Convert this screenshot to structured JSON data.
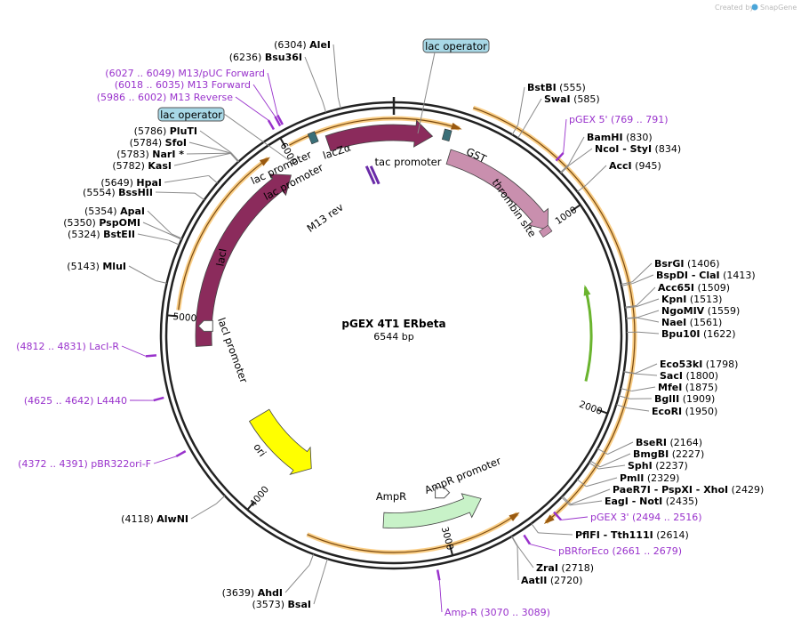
{
  "credit": {
    "label": "Created by",
    "brand": "SnapGene"
  },
  "plasmid": {
    "name": "pGEX 4T1 ERbeta",
    "size_label": "6544 bp",
    "length": 6544
  },
  "colors": {
    "backbone": "#222222",
    "primer": "#9932cc",
    "site_line": "#8a8a8a",
    "orf": "#f5a623",
    "lacI": "#8b2b5c",
    "lacZa": "#8b2b5c",
    "GST": "#c98fae",
    "AmpR": "#c8f2c8",
    "ori": "#ffff00",
    "green_orf": "#6ab42e",
    "operator": "#a8d8e6"
  },
  "ticks": [
    "1000",
    "2000",
    "3000",
    "4000",
    "5000",
    "6000"
  ],
  "sites": [
    {
      "pos": 555,
      "name": "BstBI",
      "label": "(555)",
      "extra": "",
      "side": "R"
    },
    {
      "pos": 585,
      "name": "SwaI",
      "label": "(585)",
      "extra": "",
      "side": "R"
    },
    {
      "pos": 830,
      "name": "BamHI",
      "label": "(830)",
      "extra": "",
      "side": "R"
    },
    {
      "pos": 834,
      "name": "NcoI",
      "label": "(834)",
      "extra": "- StyI",
      "side": "R"
    },
    {
      "pos": 945,
      "name": "AccI",
      "label": "(945)",
      "extra": "",
      "side": "R"
    },
    {
      "pos": 1406,
      "name": "BsrGI",
      "label": "(1406)",
      "extra": "",
      "side": "R"
    },
    {
      "pos": 1413,
      "name": "BspDI",
      "label": "(1413)",
      "extra": "- ClaI",
      "side": "R"
    },
    {
      "pos": 1509,
      "name": "Acc65I",
      "label": "(1509)",
      "extra": "",
      "side": "R"
    },
    {
      "pos": 1513,
      "name": "KpnI",
      "label": "(1513)",
      "extra": "",
      "side": "R"
    },
    {
      "pos": 1559,
      "name": "NgoMIV",
      "label": "(1559)",
      "extra": "",
      "side": "R"
    },
    {
      "pos": 1561,
      "name": "NaeI",
      "label": "(1561)",
      "extra": "",
      "side": "R"
    },
    {
      "pos": 1622,
      "name": "Bpu10I",
      "label": "(1622)",
      "extra": "",
      "side": "R"
    },
    {
      "pos": 1798,
      "name": "Eco53kI",
      "label": "(1798)",
      "extra": "",
      "side": "R"
    },
    {
      "pos": 1800,
      "name": "SacI",
      "label": "(1800)",
      "extra": "",
      "side": "R"
    },
    {
      "pos": 1875,
      "name": "MfeI",
      "label": "(1875)",
      "extra": "",
      "side": "R"
    },
    {
      "pos": 1909,
      "name": "BglII",
      "label": "(1909)",
      "extra": "",
      "side": "R"
    },
    {
      "pos": 1950,
      "name": "EcoRI",
      "label": "(1950)",
      "extra": "",
      "side": "R"
    },
    {
      "pos": 2164,
      "name": "BseRI",
      "label": "(2164)",
      "extra": "",
      "side": "R"
    },
    {
      "pos": 2227,
      "name": "BmgBI",
      "label": "(2227)",
      "extra": "",
      "side": "R"
    },
    {
      "pos": 2237,
      "name": "SphI",
      "label": "(2237)",
      "extra": "",
      "side": "R"
    },
    {
      "pos": 2329,
      "name": "PmlI",
      "label": "(2329)",
      "extra": "",
      "side": "R"
    },
    {
      "pos": 2429,
      "name": "PaeR7I",
      "label": "(2429)",
      "extra": "- PspXI  - XhoI",
      "side": "R"
    },
    {
      "pos": 2435,
      "name": "EagI",
      "label": "(2435)",
      "extra": "- NotI",
      "side": "R"
    },
    {
      "pos": 2614,
      "name": "PflFI",
      "label": "(2614)",
      "extra": "- Tth111I",
      "side": "R"
    },
    {
      "pos": 2718,
      "name": "ZraI",
      "label": "(2718)",
      "extra": "",
      "side": "R"
    },
    {
      "pos": 2720,
      "name": "AatII",
      "label": "(2720)",
      "extra": "",
      "side": "R"
    },
    {
      "pos": 3573,
      "name": "BsaI",
      "label": "(3573)",
      "extra": "",
      "side": "L"
    },
    {
      "pos": 3639,
      "name": "AhdI",
      "label": "(3639)",
      "extra": "",
      "side": "L"
    },
    {
      "pos": 4118,
      "name": "AlwNI",
      "label": "(4118)",
      "extra": "",
      "side": "L"
    },
    {
      "pos": 5143,
      "name": "MluI",
      "label": "(5143)",
      "extra": "",
      "side": "L"
    },
    {
      "pos": 5324,
      "name": "BstEII",
      "label": "(5324)",
      "extra": "",
      "side": "L"
    },
    {
      "pos": 5350,
      "name": "PspOMI",
      "label": "(5350)",
      "extra": "",
      "side": "L"
    },
    {
      "pos": 5354,
      "name": "ApaI",
      "label": "(5354)",
      "extra": "",
      "side": "L"
    },
    {
      "pos": 5554,
      "name": "BssHII",
      "label": "(5554)",
      "extra": "",
      "side": "L"
    },
    {
      "pos": 5649,
      "name": "HpaI",
      "label": "(5649)",
      "extra": "",
      "side": "L"
    },
    {
      "pos": 5782,
      "name": "KasI",
      "label": "(5782)",
      "extra": "",
      "side": "L"
    },
    {
      "pos": 5783,
      "name": "NarI *",
      "label": "(5783)",
      "extra": "",
      "side": "L"
    },
    {
      "pos": 5784,
      "name": "SfoI",
      "label": "(5784)",
      "extra": "",
      "side": "L"
    },
    {
      "pos": 5786,
      "name": "PluTI",
      "label": "(5786)",
      "extra": "",
      "side": "L"
    },
    {
      "pos": 6236,
      "name": "Bsu36I",
      "label": "(6236)",
      "extra": "",
      "side": "L"
    },
    {
      "pos": 6304,
      "name": "AleI",
      "label": "(6304)",
      "extra": "",
      "side": "L"
    }
  ],
  "primers": [
    {
      "pos": 780,
      "text": "pGEX 5'  (769 .. 791)",
      "side": "R"
    },
    {
      "pos": 2505,
      "text": "pGEX 3'  (2494 .. 2516)",
      "side": "R"
    },
    {
      "pos": 2670,
      "text": "pBRforEco  (2661 .. 2679)",
      "side": "R"
    },
    {
      "pos": 3080,
      "text": "Amp-R  (3070 .. 3089)",
      "side": "L"
    },
    {
      "pos": 4380,
      "text": "(4372 .. 4391)  pBR322ori-F",
      "side": "L"
    },
    {
      "pos": 4633,
      "text": "(4625 .. 4642)  L4440",
      "side": "L"
    },
    {
      "pos": 4821,
      "text": "(4812 .. 4831)  LacI-R",
      "side": "L"
    },
    {
      "pos": 5994,
      "text": "(5986 .. 6002)  M13 Reverse",
      "side": "L"
    },
    {
      "pos": 6026,
      "text": "(6018 .. 6035)  M13 Forward",
      "side": "L"
    },
    {
      "pos": 6038,
      "text": "(6027 .. 6049)  M13/pUC Forward",
      "side": "L"
    }
  ],
  "features": {
    "lac_operator_top": "lac operator",
    "lac_operator_left": "lac operator",
    "lacZa": "lacZα",
    "lacI": "lacI",
    "GST": "GST",
    "AmpR": "AmpR",
    "ori": "ori",
    "tac_promoter": "tac promoter",
    "lac_promoter_1": "lac promoter",
    "lac_promoter_2": "lac promoter",
    "lacI_promoter": "lacI promoter",
    "thrombin_site": "thrombin site",
    "M13_rev": "M13 rev",
    "AmpR_promoter": "AmpR promoter"
  }
}
